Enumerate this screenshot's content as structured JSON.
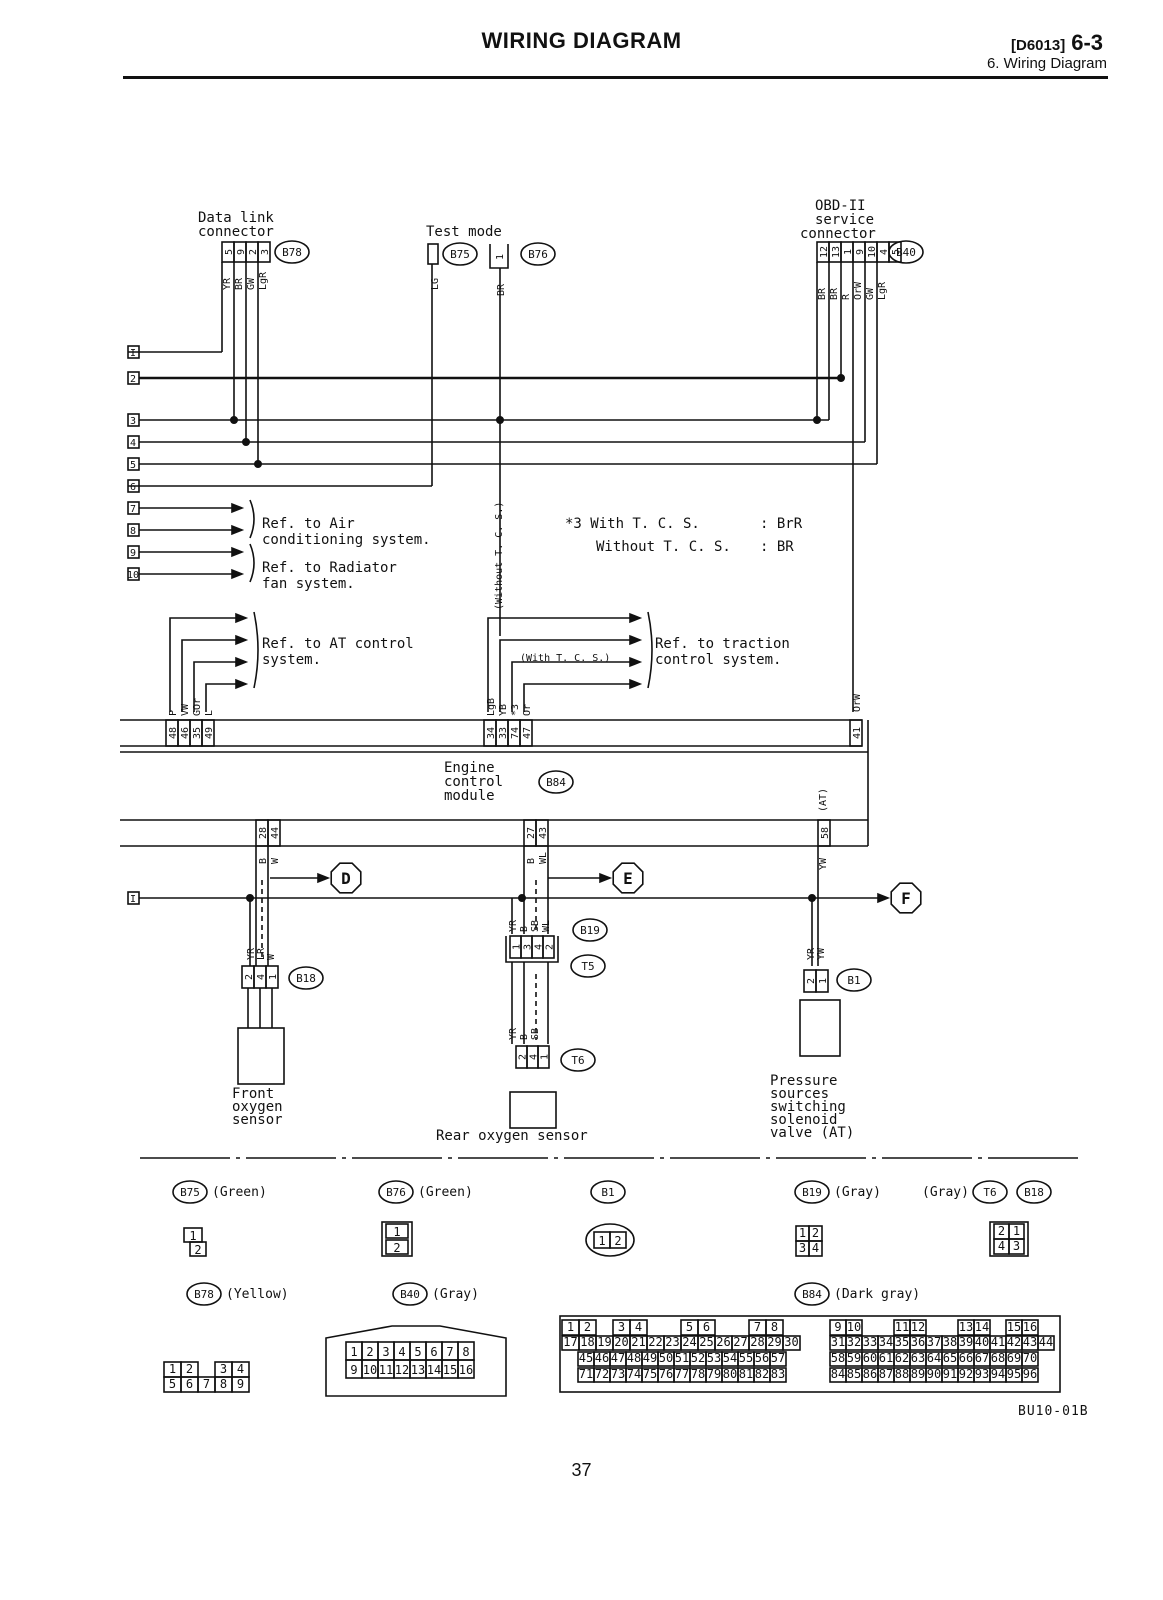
{
  "header": {
    "title": "WIRING DIAGRAM",
    "doc_code": "[D6013]",
    "section": "6-3",
    "subtitle": "6. Wiring Diagram"
  },
  "connectors_top": {
    "data_link": {
      "label_1": "Data link",
      "label_2": "connector",
      "id": "B78",
      "pins": [
        "5",
        "9",
        "2",
        "3"
      ],
      "wires": [
        "YR",
        "BR",
        "GW",
        "LgR"
      ]
    },
    "test_mode": {
      "label": "Test mode",
      "left_id": "B75",
      "left_wire": "LG",
      "right_id": "B76",
      "right_pin": "1",
      "right_wire": "BR"
    },
    "obd": {
      "label_1": "OBD-II",
      "label_2": "service",
      "label_3": "connector",
      "id": "B40",
      "pins": [
        "12",
        "13",
        "1",
        "9",
        "10",
        "4",
        "5"
      ],
      "wires": [
        "BR",
        "BR",
        "R",
        "OrW",
        "GW",
        "LgR"
      ]
    }
  },
  "left_terminals": [
    "I",
    "2",
    "3",
    "4",
    "5",
    "6",
    "7",
    "8",
    "9",
    "10"
  ],
  "refs": {
    "air_1": "Ref. to Air",
    "air_2": "conditioning system.",
    "rad_1": "Ref. to Radiator",
    "rad_2": "fan system.",
    "at_1": "Ref. to AT control",
    "at_2": "system.",
    "tcs_1": "Ref. to traction",
    "tcs_2": "control system."
  },
  "notes": {
    "line1_a": "*3 With T. C. S.",
    "line1_b": ": BrR",
    "line2_a": "Without T. C. S.",
    "line2_b": ": BR",
    "without_tcs": "(Without T. C. S.)",
    "with_tcs": "(With T. C. S.)"
  },
  "ecm": {
    "label_1": "Engine",
    "label_2": "control",
    "label_3": "module",
    "id": "B84",
    "at_mark": "(AT)",
    "top_pins_a": [
      "48",
      "46",
      "35",
      "49"
    ],
    "top_wires_a": [
      "P",
      "VW",
      "GOr",
      "L"
    ],
    "top_pins_b": [
      "34",
      "33",
      "74",
      "47"
    ],
    "top_wires_b": [
      "LgB",
      "YB",
      "*3",
      "Or"
    ],
    "top_pin_c": "41",
    "top_wire_c": "OrW",
    "bot_pins_a": [
      "28",
      "44"
    ],
    "bot_wires_a": [
      "B",
      "W"
    ],
    "bot_pins_b": [
      "27",
      "43"
    ],
    "bot_wires_b": [
      "B",
      "WL"
    ],
    "bot_pin_c": "58",
    "bot_wire_c": "YW"
  },
  "ground_points": [
    "D",
    "E",
    "F"
  ],
  "sensors": {
    "front": {
      "label_1": "Front",
      "label_2": "oxygen",
      "label_3": "sensor",
      "id": "B18",
      "wires": [
        "YR",
        "LR",
        "W"
      ],
      "pins": [
        "2",
        "4",
        "1"
      ]
    },
    "rear": {
      "label": "Rear oxygen sensor",
      "id_1": "B19",
      "id_2": "T5",
      "id_3": "T6",
      "wires": [
        "YR",
        "B",
        "SB",
        "WL"
      ],
      "pins": [
        "1",
        "3",
        "4",
        "2"
      ]
    },
    "valve": {
      "label_1": "Pressure",
      "label_2": "sources",
      "label_3": "switching",
      "label_4": "solenoid",
      "label_5": "valve (AT)",
      "id": "B1",
      "wires": [
        "YR",
        "YW"
      ],
      "pins": [
        "2",
        "1"
      ]
    }
  },
  "legend": {
    "b75": {
      "id": "B75",
      "color": "(Green)",
      "pins": [
        "1",
        "2"
      ]
    },
    "b76": {
      "id": "B76",
      "color": "(Green)",
      "pins": [
        "1",
        "2"
      ]
    },
    "b1": {
      "id": "B1",
      "pins": [
        "1",
        "2"
      ]
    },
    "b19": {
      "id": "B19",
      "color": "(Gray)",
      "pins": [
        "1",
        "2",
        "3",
        "4"
      ]
    },
    "t6": {
      "id": "T6",
      "color": "(Gray)",
      "id2": "B18",
      "pins": [
        "2",
        "1",
        "4",
        "3"
      ]
    },
    "b78": {
      "id": "B78",
      "color": "(Yellow)",
      "pins": [
        "1",
        "2",
        "3",
        "4",
        "5",
        "6",
        "7",
        "8",
        "9"
      ]
    },
    "b40": {
      "id": "B40",
      "color": "(Gray)",
      "pins": [
        "1",
        "2",
        "3",
        "4",
        "5",
        "6",
        "7",
        "8",
        "9",
        "10",
        "11",
        "12",
        "13",
        "14",
        "15",
        "16"
      ]
    },
    "b84": {
      "id": "B84",
      "color": "(Dark gray)"
    }
  },
  "diagram_code": "BU10-01B",
  "page_number": "37"
}
